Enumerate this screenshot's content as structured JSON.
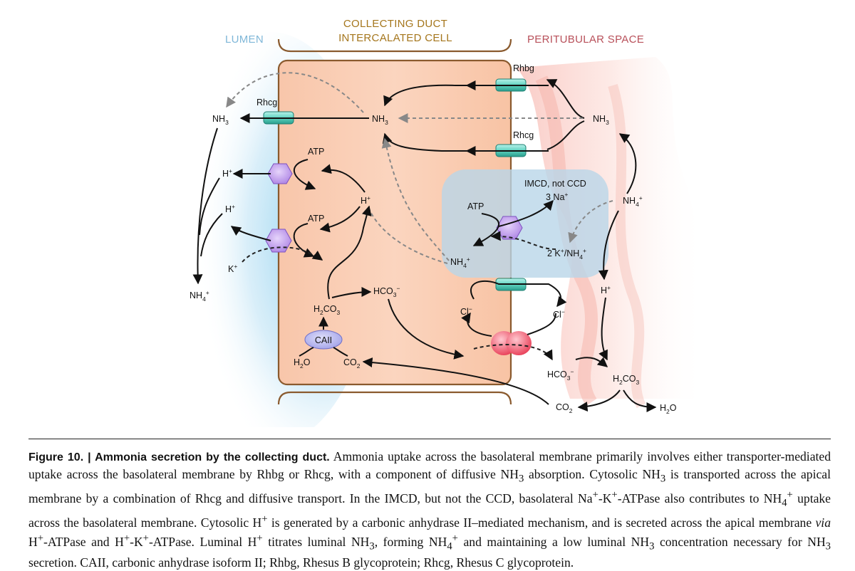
{
  "regions": {
    "lumen": "LUMEN",
    "cell_line1": "COLLECTING DUCT",
    "cell_line2": "INTERCALATED CELL",
    "peritubular": "PERITUBULAR SPACE"
  },
  "colors": {
    "lumen_label": "#7fb7d8",
    "cell_label": "#a5761c",
    "peritubular_label": "#b8505a",
    "cell_fill": "#f8c3a4",
    "cell_border": "#8a5a2e",
    "transporter": "#6fd8c8",
    "atpase": "#b88ce8",
    "caii": "#b8b8f0",
    "exchanger": "#f06a7c",
    "imcd_box": "#bcd6e6",
    "dashed_arrow": "#888888"
  },
  "labels": {
    "rhbg": "Rhbg",
    "rhcg_top": "Rhcg",
    "rhcg_right": "Rhcg",
    "nh3": "NH",
    "sub3": "3",
    "nh4": "NH",
    "sub4": "4",
    "plus": "+",
    "minus": "−",
    "h": "H",
    "k": "K",
    "atp": "ATP",
    "hco3": "HCO",
    "h2co3_h": "H",
    "h2co3_sub2": "2",
    "h2co3_co": "CO",
    "co2": "CO",
    "sub2": "2",
    "h2o_h": "H",
    "h2o_o": "O",
    "caii": "CAII",
    "cl": "Cl",
    "imcd_line1": "IMCD, not CCD",
    "three_na": "3 Na",
    "two_k": "2 K",
    "slash_nh4": "/NH"
  },
  "caption": {
    "title": "Figure 10. | Ammonia secretion by the collecting duct.",
    "s1": " Ammonia uptake across the basolateral membrane primarily involves either transporter-mediated uptake across the basolateral membrane by Rhbg or Rhcg, with a component of diffusive NH",
    "s2": " absorption. Cytosolic NH",
    "s3": " is transported across the apical membrane by a combination of Rhcg and diffusive transport. In the IMCD, but not the CCD, basolateral Na",
    "s4": "-K",
    "s5": "-ATPase also contributes to NH",
    "s6": " uptake across the basolateral membrane. Cytosolic H",
    "s7": " is generated by a carbonic anhydrase II–mediated mechanism, and is secreted across the apical membrane ",
    "via": "via",
    "s8": " H",
    "s9": "-ATPase and H",
    "s10": "-K",
    "s11": "-ATPase. Luminal H",
    "s12": " titrates luminal NH",
    "s13": ", forming NH",
    "s14": " and maintaining a low luminal NH",
    "s15": " concentration necessary for NH",
    "s16": " secretion. CAII, carbonic anhydrase isoform II; Rhbg, Rhesus B glycoprotein; Rhcg, Rhesus C glycoprotein.",
    "sub3": "3",
    "sub4": "4",
    "sup_plus": "+"
  }
}
